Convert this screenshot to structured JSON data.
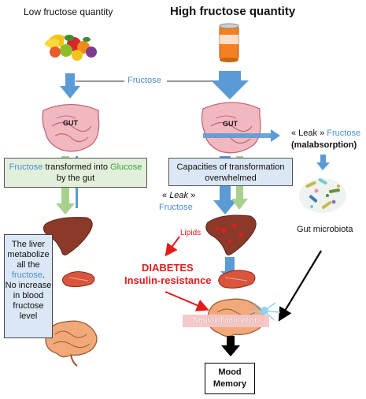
{
  "left_title": "Low fructose quantity",
  "right_title": "High fructose quantity",
  "fructose_label": "Fructose",
  "gut_label": "GUT",
  "left_box": {
    "part1": "Fructose",
    "part2": " transformed into ",
    "part3": "Glucose",
    "part4": "by the gut"
  },
  "middle_box": "Capacities of transformation overwhelmed",
  "leak_right": {
    "open": "« Leak » ",
    "fructose": "Fructose",
    "malabsorption": "(malabsorption)"
  },
  "leak_middle": {
    "open": "« ",
    "leak": "Leak",
    "close": " »",
    "fructose": "Fructose"
  },
  "gut_microbiota": "Gut microbiota",
  "lipids": "Lipids",
  "diabetes": "DIABETES",
  "insulin_resistance": "Insulin-resistance",
  "neuroinflammation": "Neuroinflammation",
  "liver_text": {
    "line1": "The liver",
    "line2": "metabolize",
    "line3": "all the",
    "fructose": "fructose",
    "line5": "No increase",
    "line6": "in blood",
    "line7": "fructose",
    "line8": "level"
  },
  "mood_box": {
    "line1": "Mood",
    "line2": "Memory"
  },
  "colors": {
    "fructose_blue": "#4a8fd0",
    "glucose_green": "#3aa43a",
    "alert_red": "#e41b1b",
    "box_green_fill": "#e2efda",
    "box_blue_fill": "#dbe7f5",
    "neuro_fill": "#f6c6c6"
  },
  "icons": [
    "fruit-basket-icon",
    "soda-can-icon",
    "gut-icon",
    "liver-icon",
    "muscle-icon",
    "brain-icon",
    "microbiota-icon",
    "neuron-icon"
  ]
}
